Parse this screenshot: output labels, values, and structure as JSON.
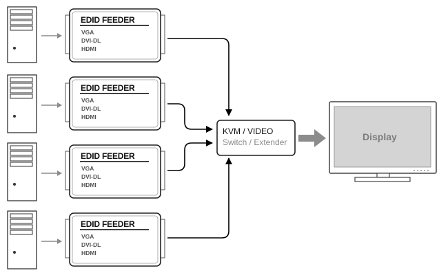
{
  "feeders": [
    {
      "title": "EDID FEEDER",
      "ports": [
        "VGA",
        "DVI-DL",
        "HDMI"
      ]
    },
    {
      "title": "EDID FEEDER",
      "ports": [
        "VGA",
        "DVI-DL",
        "HDMI"
      ]
    },
    {
      "title": "EDID FEEDER",
      "ports": [
        "VGA",
        "DVI-DL",
        "HDMI"
      ]
    },
    {
      "title": "EDID FEEDER",
      "ports": [
        "VGA",
        "DVI-DL",
        "HDMI"
      ]
    }
  ],
  "switch": {
    "title": "KVM / VIDEO",
    "subtitle": "Switch / Extender"
  },
  "display": {
    "label": "Display"
  },
  "colors": {
    "line": "#000000",
    "arrow_gray": "#8c8c8c",
    "screen": "#d4d4d4"
  }
}
